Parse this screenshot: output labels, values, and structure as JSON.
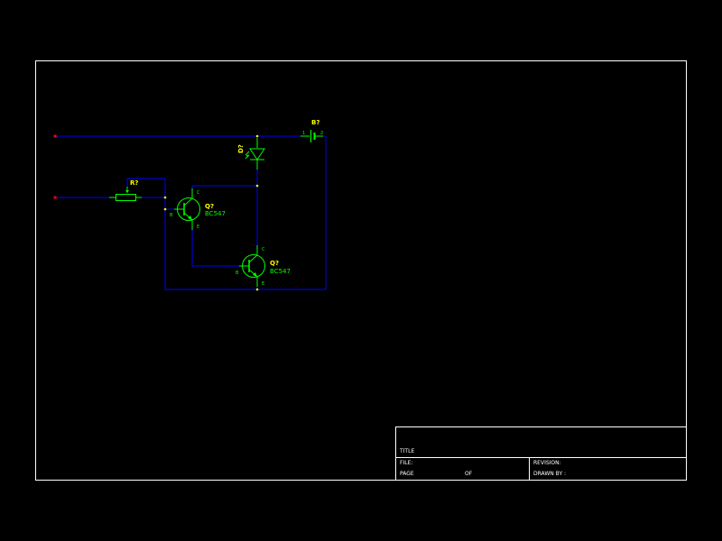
{
  "colors": {
    "background": "#000000",
    "border": "#ffffff",
    "wire": "#0000ff",
    "component": "#00ff00",
    "reference": "#ffff00",
    "port": "#ff0000",
    "junction": "#ffff00"
  },
  "schematic": {
    "battery": {
      "ref": "B?",
      "pin1": "1",
      "pin2": "2"
    },
    "led": {
      "ref": "D?"
    },
    "resistor": {
      "ref": "R?"
    },
    "q1": {
      "ref": "Q?",
      "value": "BC547",
      "pin_c": "C",
      "pin_b": "B",
      "pin_e": "E"
    },
    "q2": {
      "ref": "Q?",
      "value": "BC547",
      "pin_c": "C",
      "pin_b": "B",
      "pin_e": "E"
    }
  },
  "title_block": {
    "title_label": "TITLE",
    "file_label": "FILE:",
    "revision_label": "REVISION:",
    "page_label": "PAGE",
    "of_label": "OF",
    "drawn_by_label": "DRAWN BY :"
  }
}
